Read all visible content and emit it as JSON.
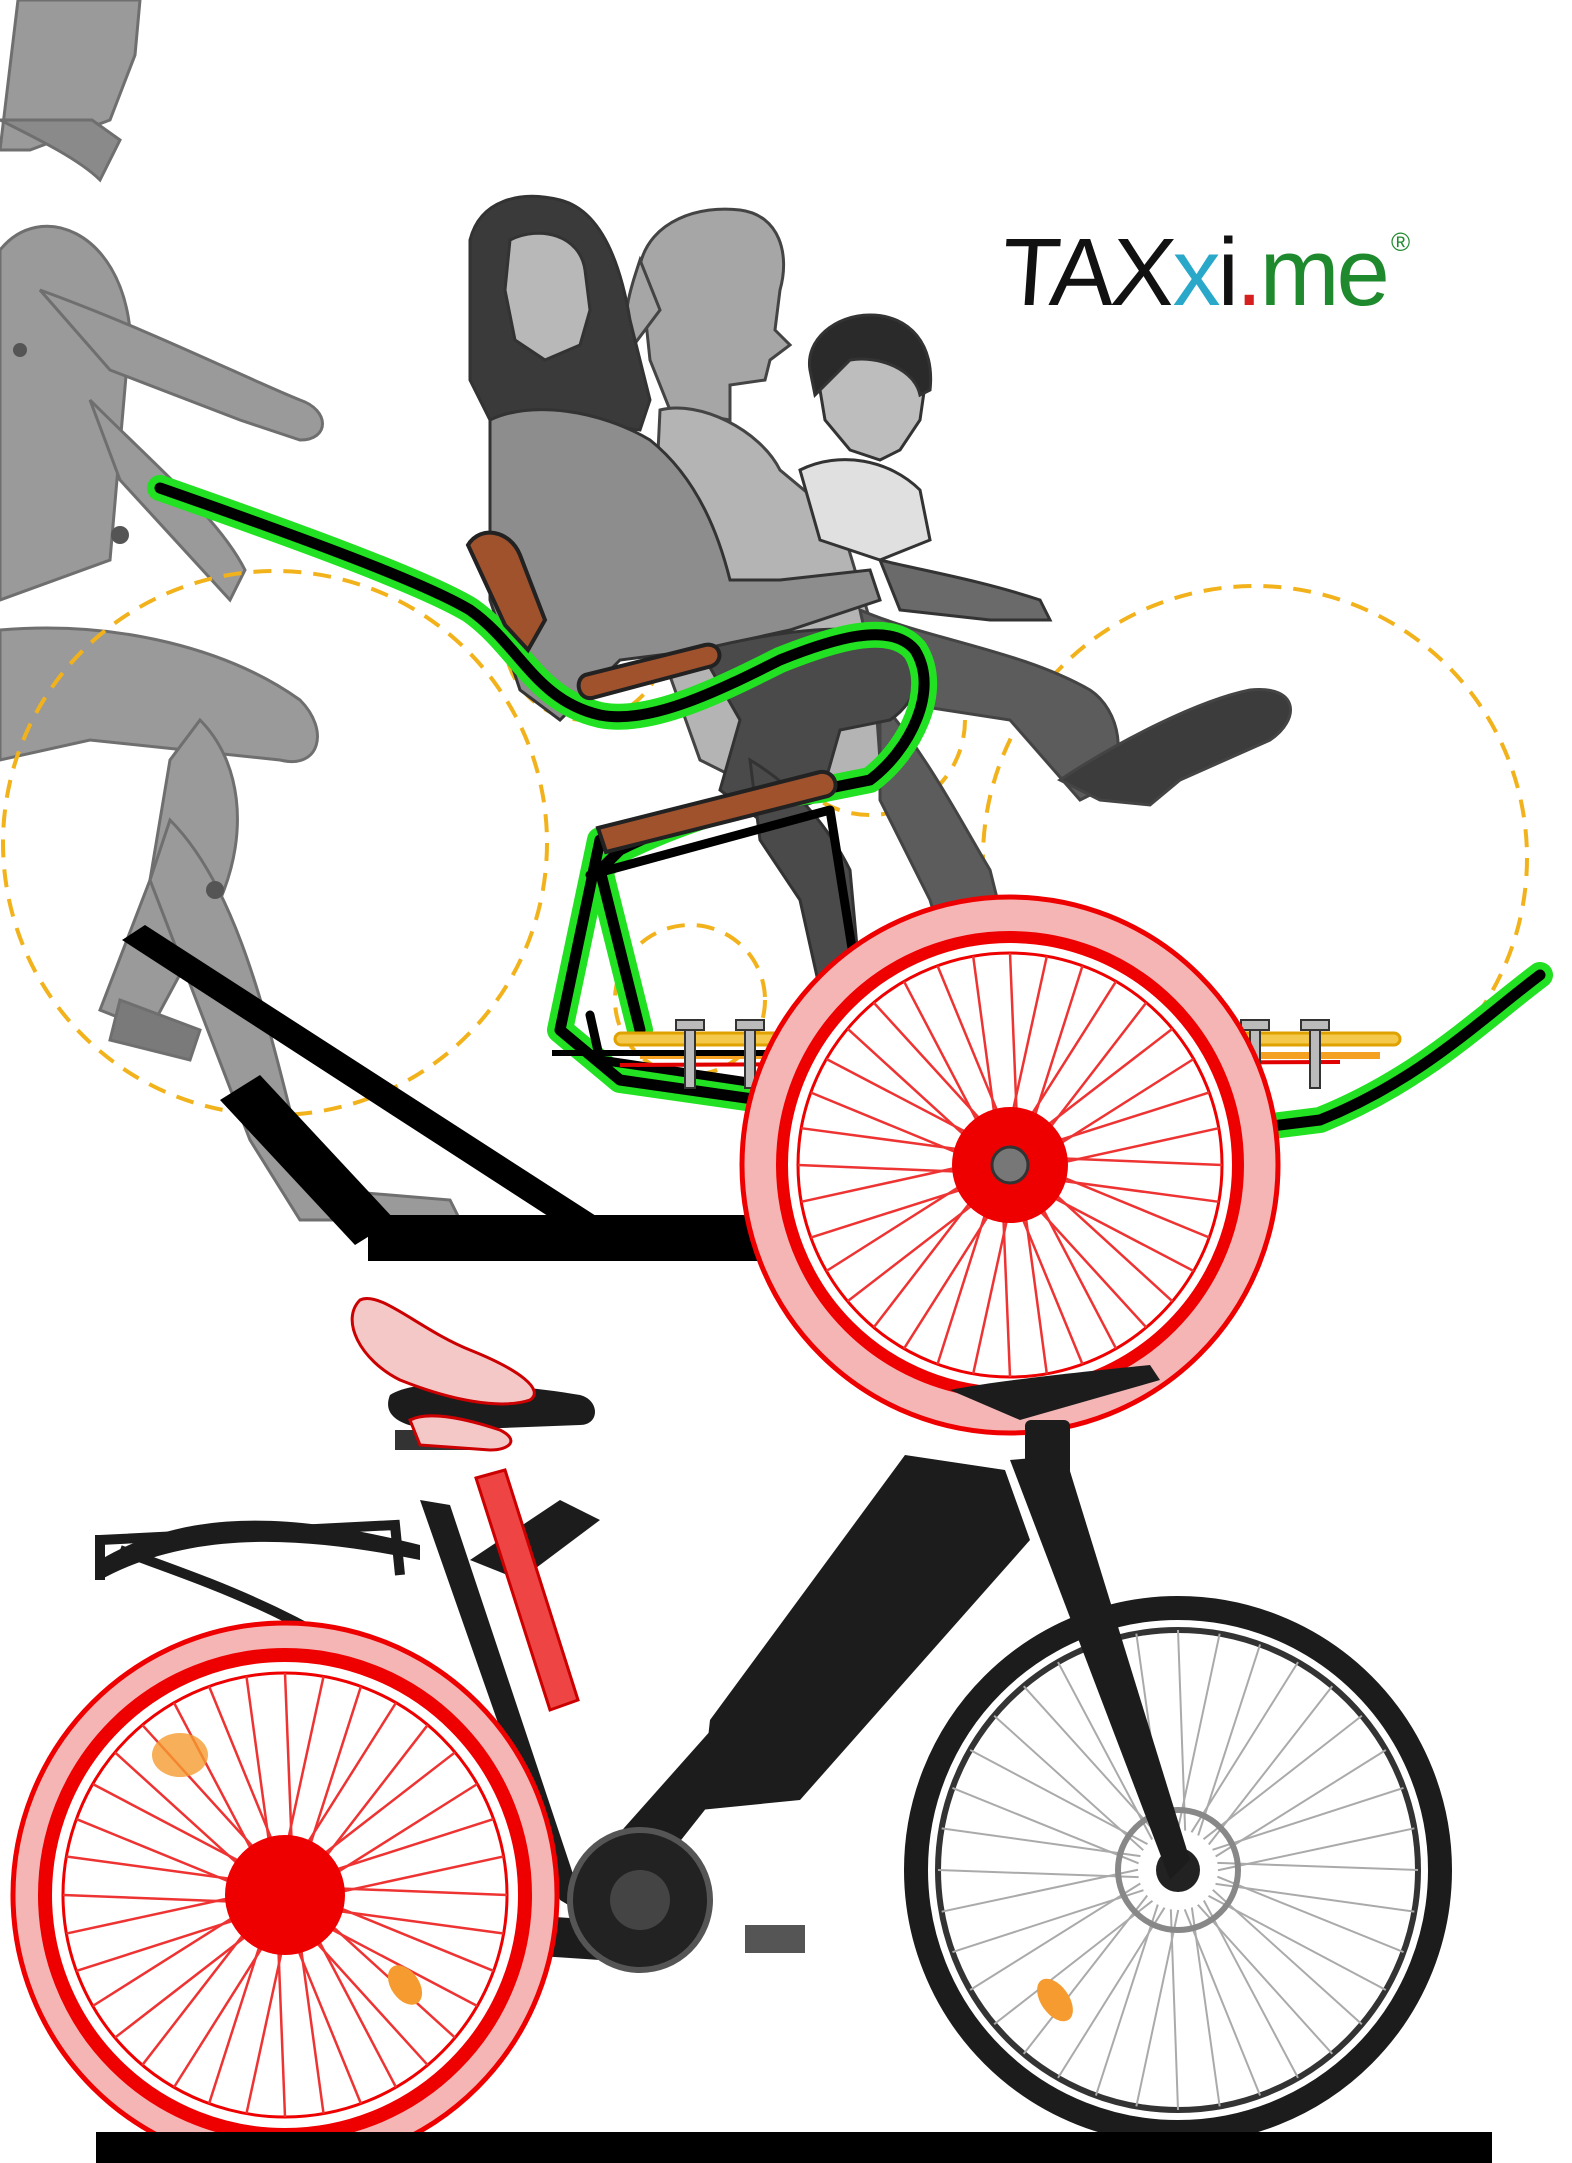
{
  "logo": {
    "part_tax": "TAX",
    "part_x": "x",
    "part_i": "i",
    "part_dot": ".",
    "part_me": "me",
    "registered_mark": "®"
  },
  "colors": {
    "frame_outline": "#22e022",
    "frame_core": "#000000",
    "wheel_tire": "#f5b5b5",
    "wheel_rim": "#ee0000",
    "seat_wood": "#a0522d",
    "reach_circle": "#f2b21b",
    "figures": "#8e8e8e",
    "bike_frame": "#1c1c1c",
    "cargo_bar": "#f4c84a"
  },
  "icons": [
    "rider-figure-icon",
    "passenger-woman-icon",
    "passenger-man-icon",
    "passenger-child-icon",
    "trailer-wheel-icon",
    "e-bike-icon"
  ]
}
